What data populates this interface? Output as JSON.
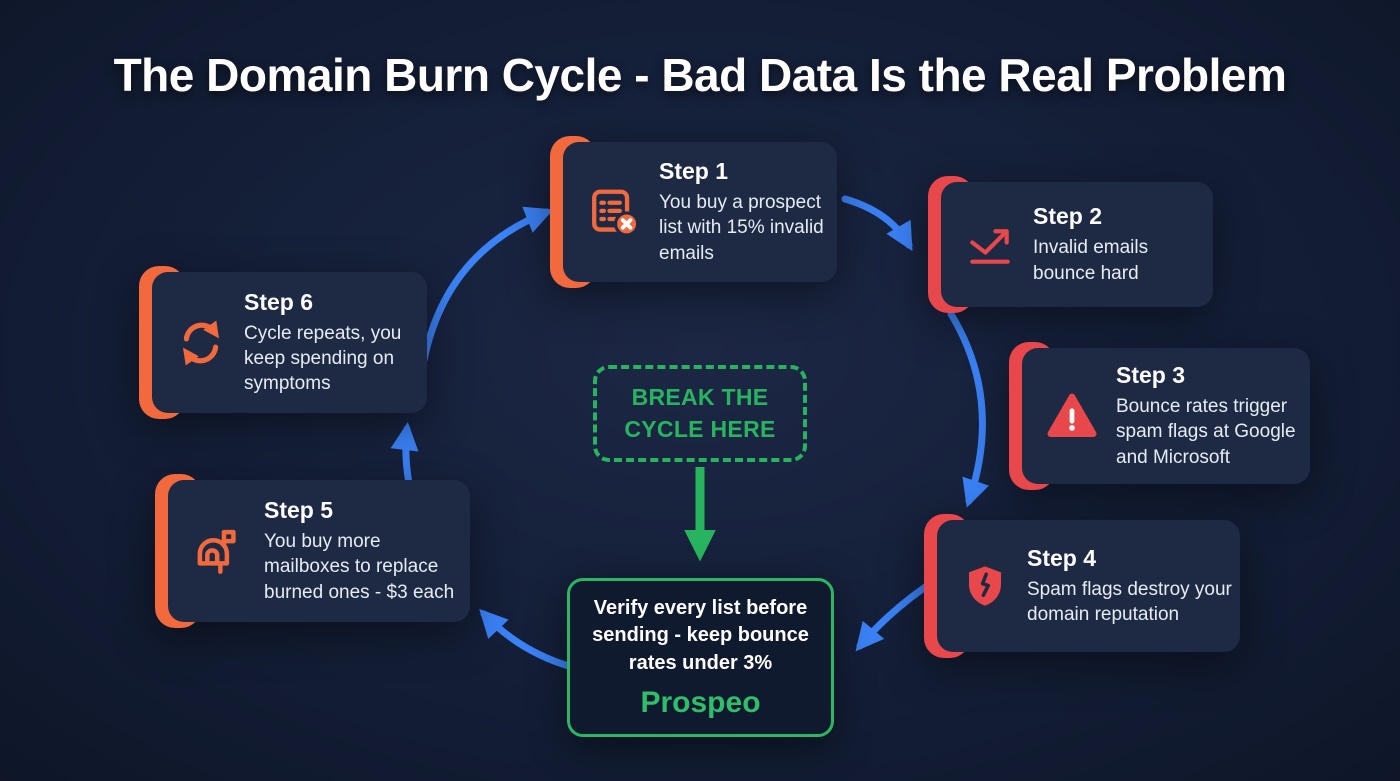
{
  "title": "The Domain Burn Cycle - Bad Data Is the Real Problem",
  "steps": [
    {
      "label": "Step 1",
      "text": "You buy a prospect list with 15% invalid emails",
      "icon": "invalid-list-icon",
      "accent": "#f2693e"
    },
    {
      "label": "Step 2",
      "text": "Invalid emails bounce hard",
      "icon": "bounce-trend-icon",
      "accent": "#e8474b"
    },
    {
      "label": "Step 3",
      "text": "Bounce rates trigger spam flags at Google and Microsoft",
      "icon": "warning-triangle-icon",
      "accent": "#e8474b"
    },
    {
      "label": "Step 4",
      "text": "Spam flags destroy your domain reputation",
      "icon": "broken-shield-icon",
      "accent": "#e8474b"
    },
    {
      "label": "Step 5",
      "text": "You buy more mailboxes to replace burned ones - $3 each",
      "icon": "mailbox-icon",
      "accent": "#f2693e"
    },
    {
      "label": "Step 6",
      "text": "Cycle repeats, you keep spending on symptoms",
      "icon": "cycle-icon",
      "accent": "#f2693e"
    }
  ],
  "break_box": {
    "label": "BREAK THE CYCLE HERE"
  },
  "solution_box": {
    "text": "Verify every list before sending - keep bounce rates under 3%",
    "brand": "Prospeo"
  },
  "colors": {
    "background": "#15203a",
    "card": "#1e2a44",
    "orange": "#f2693e",
    "red": "#e8474b",
    "arrow_blue": "#3b82f6",
    "green": "#28b45f",
    "body_text": "#e6ebf4",
    "title_text": "#ffffff"
  }
}
